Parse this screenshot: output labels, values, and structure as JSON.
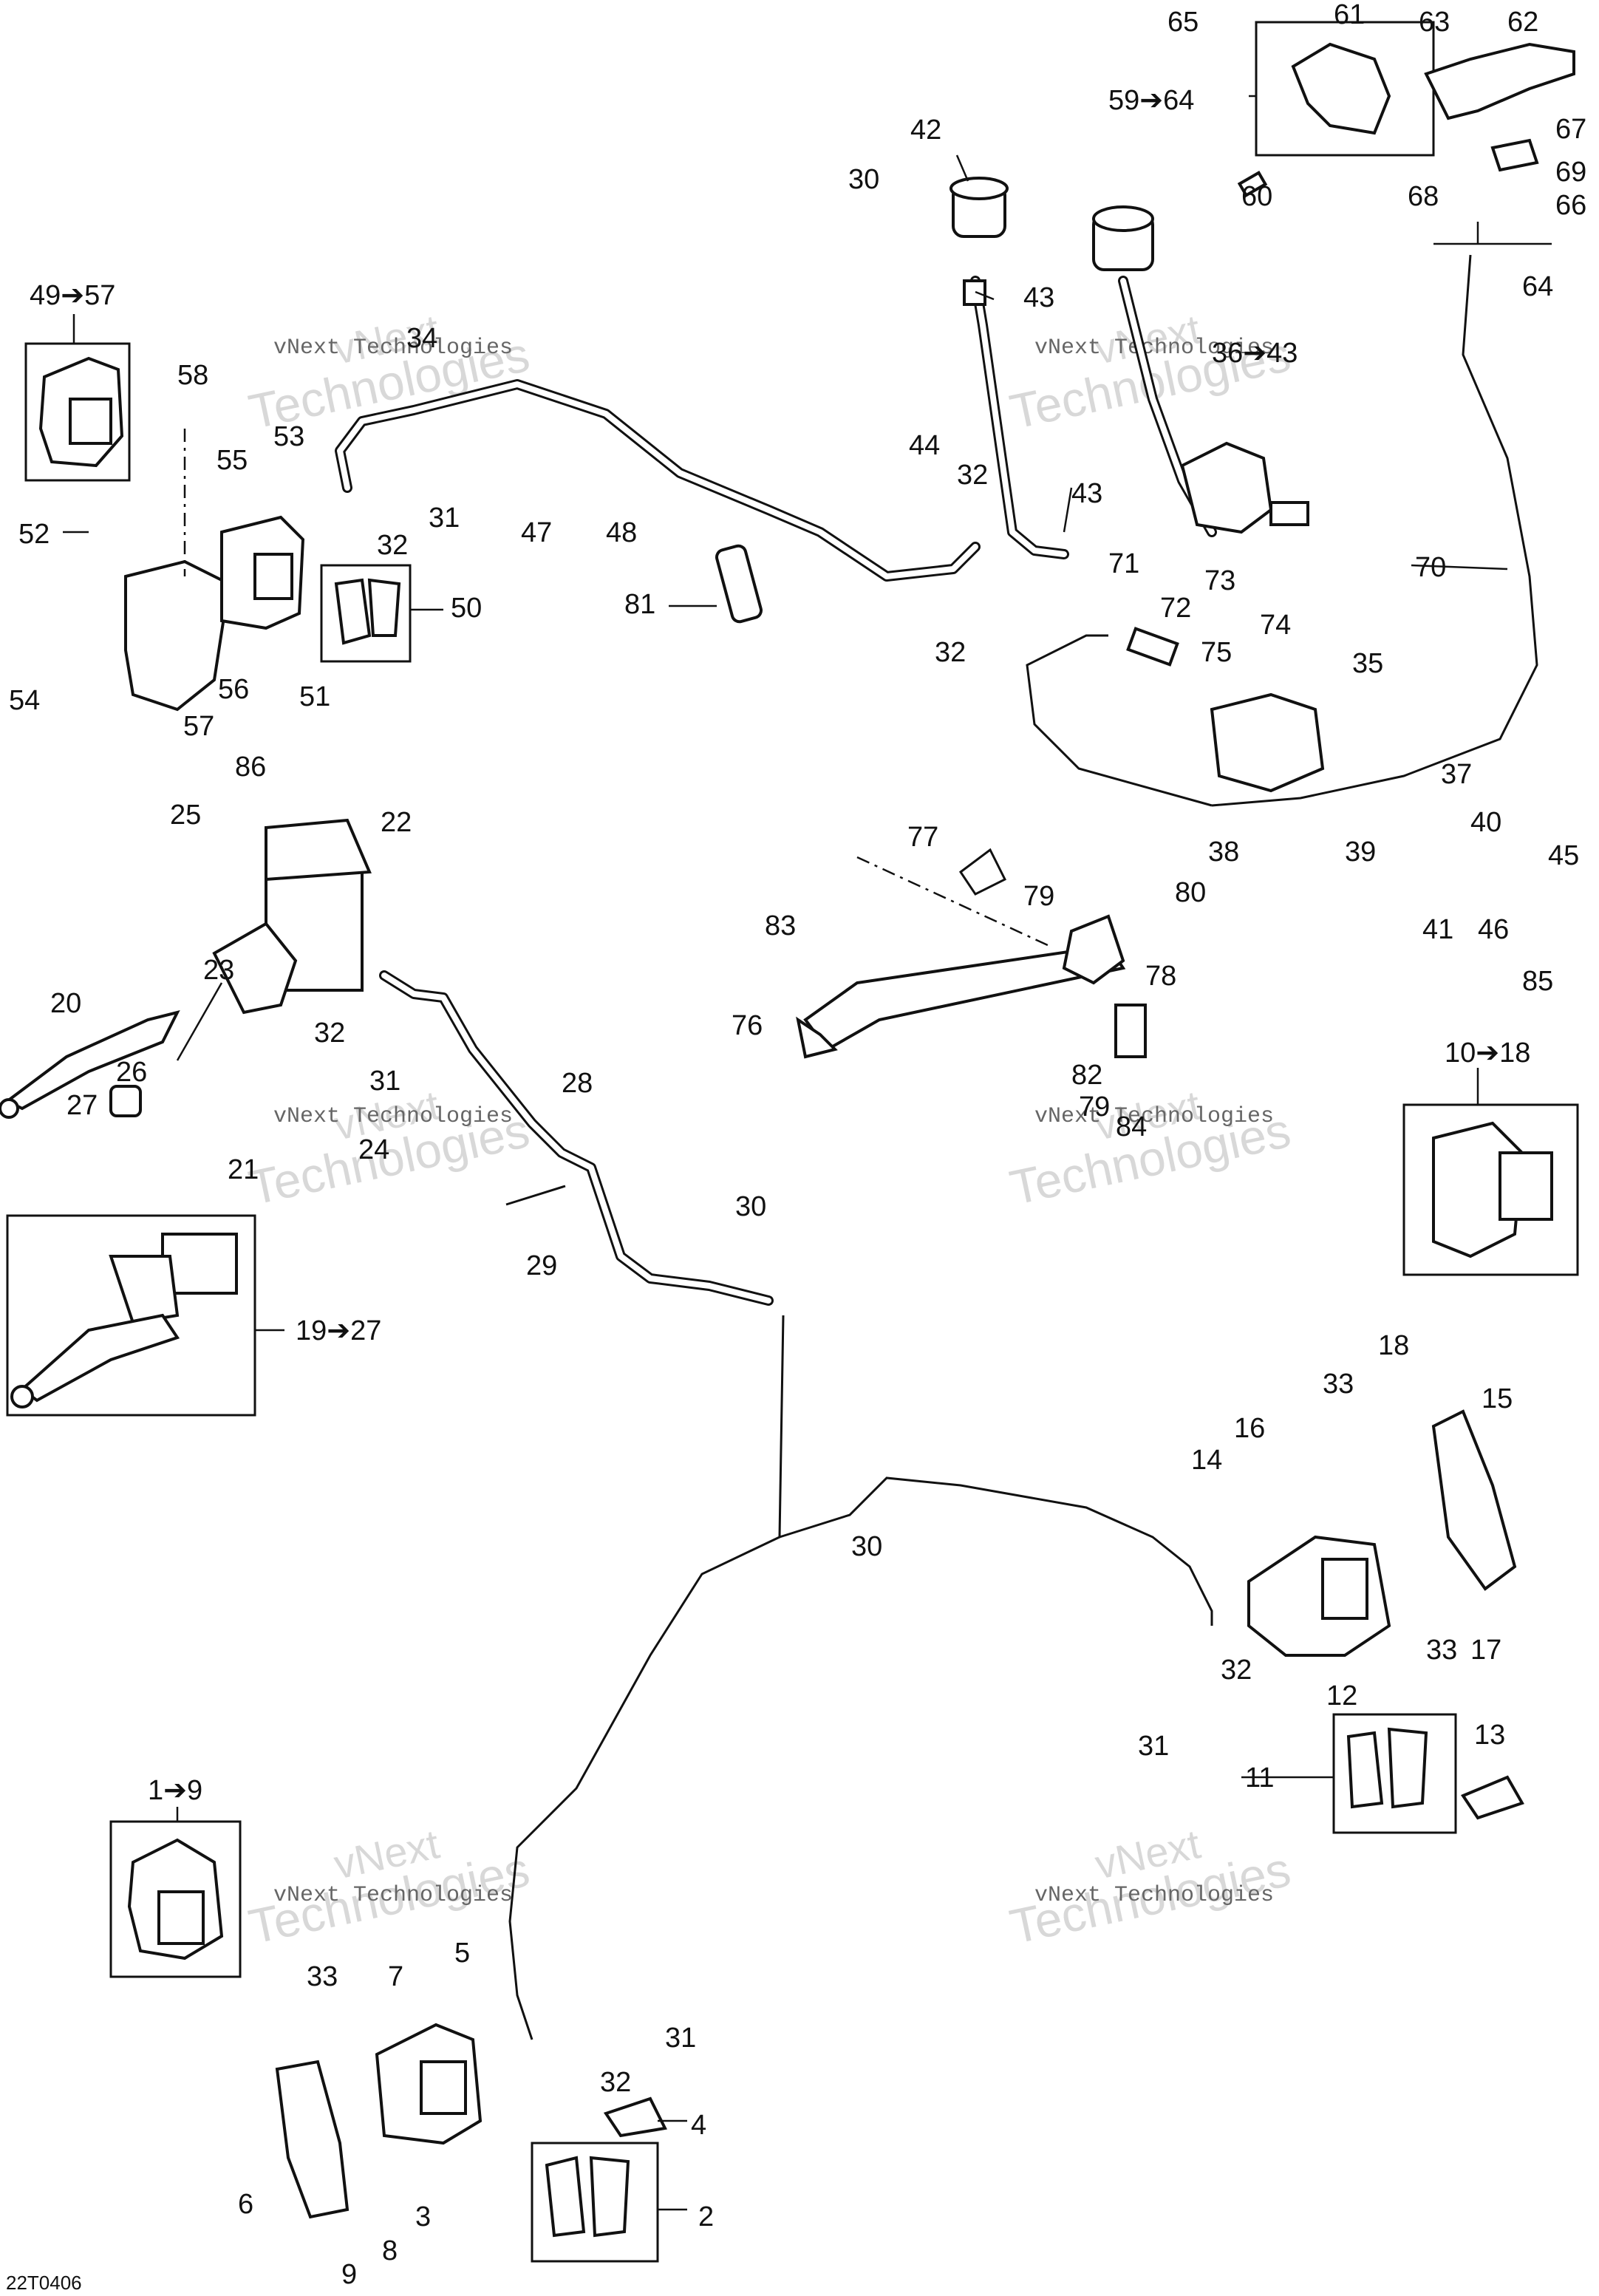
{
  "drawing_code": "22T0406",
  "watermark": {
    "line1": "vNext",
    "line2": "Technologies",
    "caption": "vNext Technologies"
  },
  "callouts": [
    {
      "id": "c65",
      "text": "65"
    },
    {
      "id": "c61",
      "text": "61"
    },
    {
      "id": "c63",
      "text": "63"
    },
    {
      "id": "c62",
      "text": "62"
    },
    {
      "id": "c59",
      "text": "59➔64"
    },
    {
      "id": "c67",
      "text": "67"
    },
    {
      "id": "c69",
      "text": "69"
    },
    {
      "id": "c60",
      "text": "60"
    },
    {
      "id": "c68",
      "text": "68"
    },
    {
      "id": "c66",
      "text": "66"
    },
    {
      "id": "c64",
      "text": "64"
    },
    {
      "id": "c42",
      "text": "42"
    },
    {
      "id": "c30a",
      "text": "30"
    },
    {
      "id": "c43a",
      "text": "43"
    },
    {
      "id": "c36",
      "text": "36➔43"
    },
    {
      "id": "c49",
      "text": "49➔57"
    },
    {
      "id": "c34",
      "text": "34"
    },
    {
      "id": "c58",
      "text": "58"
    },
    {
      "id": "c53",
      "text": "53"
    },
    {
      "id": "c55",
      "text": "55"
    },
    {
      "id": "c31a",
      "text": "31"
    },
    {
      "id": "c47",
      "text": "47"
    },
    {
      "id": "c48",
      "text": "48"
    },
    {
      "id": "c44",
      "text": "44"
    },
    {
      "id": "c32a",
      "text": "32"
    },
    {
      "id": "c43b",
      "text": "43"
    },
    {
      "id": "c52",
      "text": "52"
    },
    {
      "id": "c32b",
      "text": "32"
    },
    {
      "id": "c50",
      "text": "50"
    },
    {
      "id": "c70",
      "text": "70"
    },
    {
      "id": "c81",
      "text": "81"
    },
    {
      "id": "c71",
      "text": "71"
    },
    {
      "id": "c72",
      "text": "72"
    },
    {
      "id": "c73",
      "text": "73"
    },
    {
      "id": "c32c",
      "text": "32"
    },
    {
      "id": "c75",
      "text": "75"
    },
    {
      "id": "c74",
      "text": "74"
    },
    {
      "id": "c54",
      "text": "54"
    },
    {
      "id": "c51",
      "text": "51"
    },
    {
      "id": "c56",
      "text": "56"
    },
    {
      "id": "c57",
      "text": "57"
    },
    {
      "id": "c35",
      "text": "35"
    },
    {
      "id": "c86",
      "text": "86"
    },
    {
      "id": "c37",
      "text": "37"
    },
    {
      "id": "c25",
      "text": "25"
    },
    {
      "id": "c22",
      "text": "22"
    },
    {
      "id": "c40",
      "text": "40"
    },
    {
      "id": "c39",
      "text": "39"
    },
    {
      "id": "c38",
      "text": "38"
    },
    {
      "id": "c45",
      "text": "45"
    },
    {
      "id": "c77",
      "text": "77"
    },
    {
      "id": "c83",
      "text": "83"
    },
    {
      "id": "c80",
      "text": "80"
    },
    {
      "id": "c79a",
      "text": "79"
    },
    {
      "id": "c41",
      "text": "41"
    },
    {
      "id": "c46",
      "text": "46"
    },
    {
      "id": "c23",
      "text": "23"
    },
    {
      "id": "c85",
      "text": "85"
    },
    {
      "id": "c20",
      "text": "20"
    },
    {
      "id": "c78",
      "text": "78"
    },
    {
      "id": "c32d",
      "text": "32"
    },
    {
      "id": "c76",
      "text": "76"
    },
    {
      "id": "c10",
      "text": "10➔18"
    },
    {
      "id": "c26",
      "text": "26"
    },
    {
      "id": "c31b",
      "text": "31"
    },
    {
      "id": "c82",
      "text": "82"
    },
    {
      "id": "c28",
      "text": "28"
    },
    {
      "id": "c27",
      "text": "27"
    },
    {
      "id": "c24",
      "text": "24"
    },
    {
      "id": "c79b",
      "text": "79"
    },
    {
      "id": "c84",
      "text": "84"
    },
    {
      "id": "c21",
      "text": "21"
    },
    {
      "id": "c30b",
      "text": "30"
    },
    {
      "id": "c29",
      "text": "29"
    },
    {
      "id": "c19",
      "text": "19➔27"
    },
    {
      "id": "c18",
      "text": "18"
    },
    {
      "id": "c33a",
      "text": "33"
    },
    {
      "id": "c15",
      "text": "15"
    },
    {
      "id": "c16",
      "text": "16"
    },
    {
      "id": "c14",
      "text": "14"
    },
    {
      "id": "c30c",
      "text": "30"
    },
    {
      "id": "c33b",
      "text": "33"
    },
    {
      "id": "c17",
      "text": "17"
    },
    {
      "id": "c12",
      "text": "12"
    },
    {
      "id": "c32e",
      "text": "32"
    },
    {
      "id": "c31c",
      "text": "31"
    },
    {
      "id": "c13",
      "text": "13"
    },
    {
      "id": "c11",
      "text": "11"
    },
    {
      "id": "c1",
      "text": "1➔9"
    },
    {
      "id": "c33c",
      "text": "33"
    },
    {
      "id": "c7",
      "text": "7"
    },
    {
      "id": "c5",
      "text": "5"
    },
    {
      "id": "c31d",
      "text": "31"
    },
    {
      "id": "c32f",
      "text": "32"
    },
    {
      "id": "c4",
      "text": "4"
    },
    {
      "id": "c6",
      "text": "6"
    },
    {
      "id": "c3",
      "text": "3"
    },
    {
      "id": "c2",
      "text": "2"
    },
    {
      "id": "c8",
      "text": "8"
    },
    {
      "id": "c9",
      "text": "9"
    }
  ]
}
